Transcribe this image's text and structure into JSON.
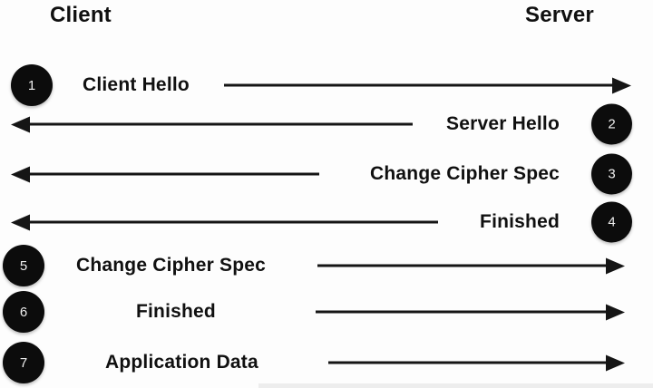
{
  "diagram": {
    "client_label": "Client",
    "server_label": "Server",
    "colors": {
      "background": "#fdfdfd",
      "text": "#101010",
      "arrow": "#151515",
      "badge_fill": "#0c0c0c",
      "badge_text": "#efefef"
    }
  },
  "messages": [
    {
      "step": "1",
      "label": "Client Hello",
      "direction": "client-to-server"
    },
    {
      "step": "2",
      "label": "Server Hello",
      "direction": "server-to-client"
    },
    {
      "step": "3",
      "label": "Change Cipher Spec",
      "direction": "server-to-client"
    },
    {
      "step": "4",
      "label": "Finished",
      "direction": "server-to-client"
    },
    {
      "step": "5",
      "label": "Change Cipher Spec",
      "direction": "client-to-server"
    },
    {
      "step": "6",
      "label": "Finished",
      "direction": "client-to-server"
    },
    {
      "step": "7",
      "label": "Application Data",
      "direction": "client-to-server"
    }
  ]
}
